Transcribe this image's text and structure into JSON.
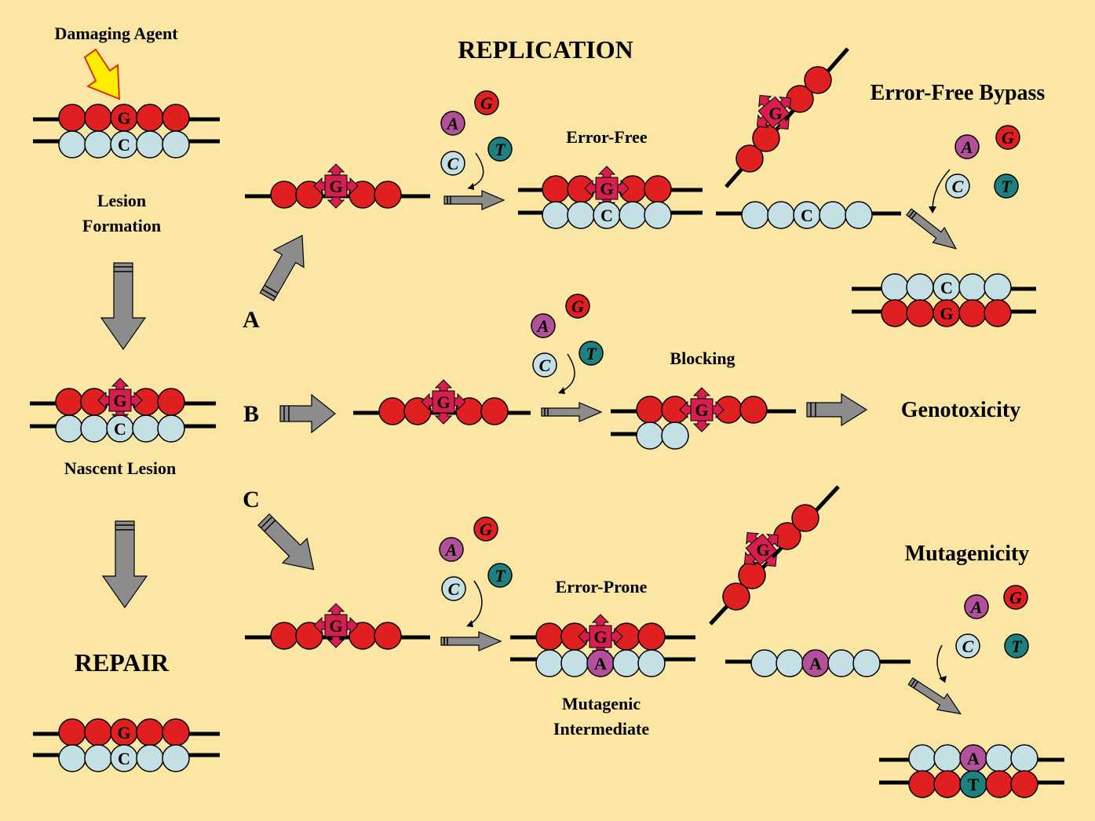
{
  "labels": {
    "damaging_agent": "Damaging Agent",
    "replication": "REPLICATION",
    "lesion_formation_1": "Lesion",
    "lesion_formation_2": "Formation",
    "nascent_lesion": "Nascent Lesion",
    "repair": "REPAIR",
    "error_free": "Error-Free",
    "error_free_bypass": "Error-Free Bypass",
    "blocking": "Blocking",
    "genotoxicity": "Genotoxicity",
    "error_prone": "Error-Prone",
    "mutagenicity": "Mutagenicity",
    "mutagenic_1": "Mutagenic",
    "mutagenic_2": "Intermediate"
  },
  "pathways": {
    "a": "A",
    "b": "B",
    "c": "C"
  },
  "bases": {
    "g": "G",
    "c": "C",
    "a": "A",
    "t": "T"
  },
  "colors": {
    "background": "#FCE6A4",
    "red_nucleotide": "#E02020",
    "light_nucleotide": "#C5E0E5",
    "lesion_marker": "#D61F4E",
    "adenine": "#B2509A",
    "thymine": "#1F8080",
    "arrow_gray": "#8C8C8C",
    "agent_arrow": "#FFEE00"
  }
}
